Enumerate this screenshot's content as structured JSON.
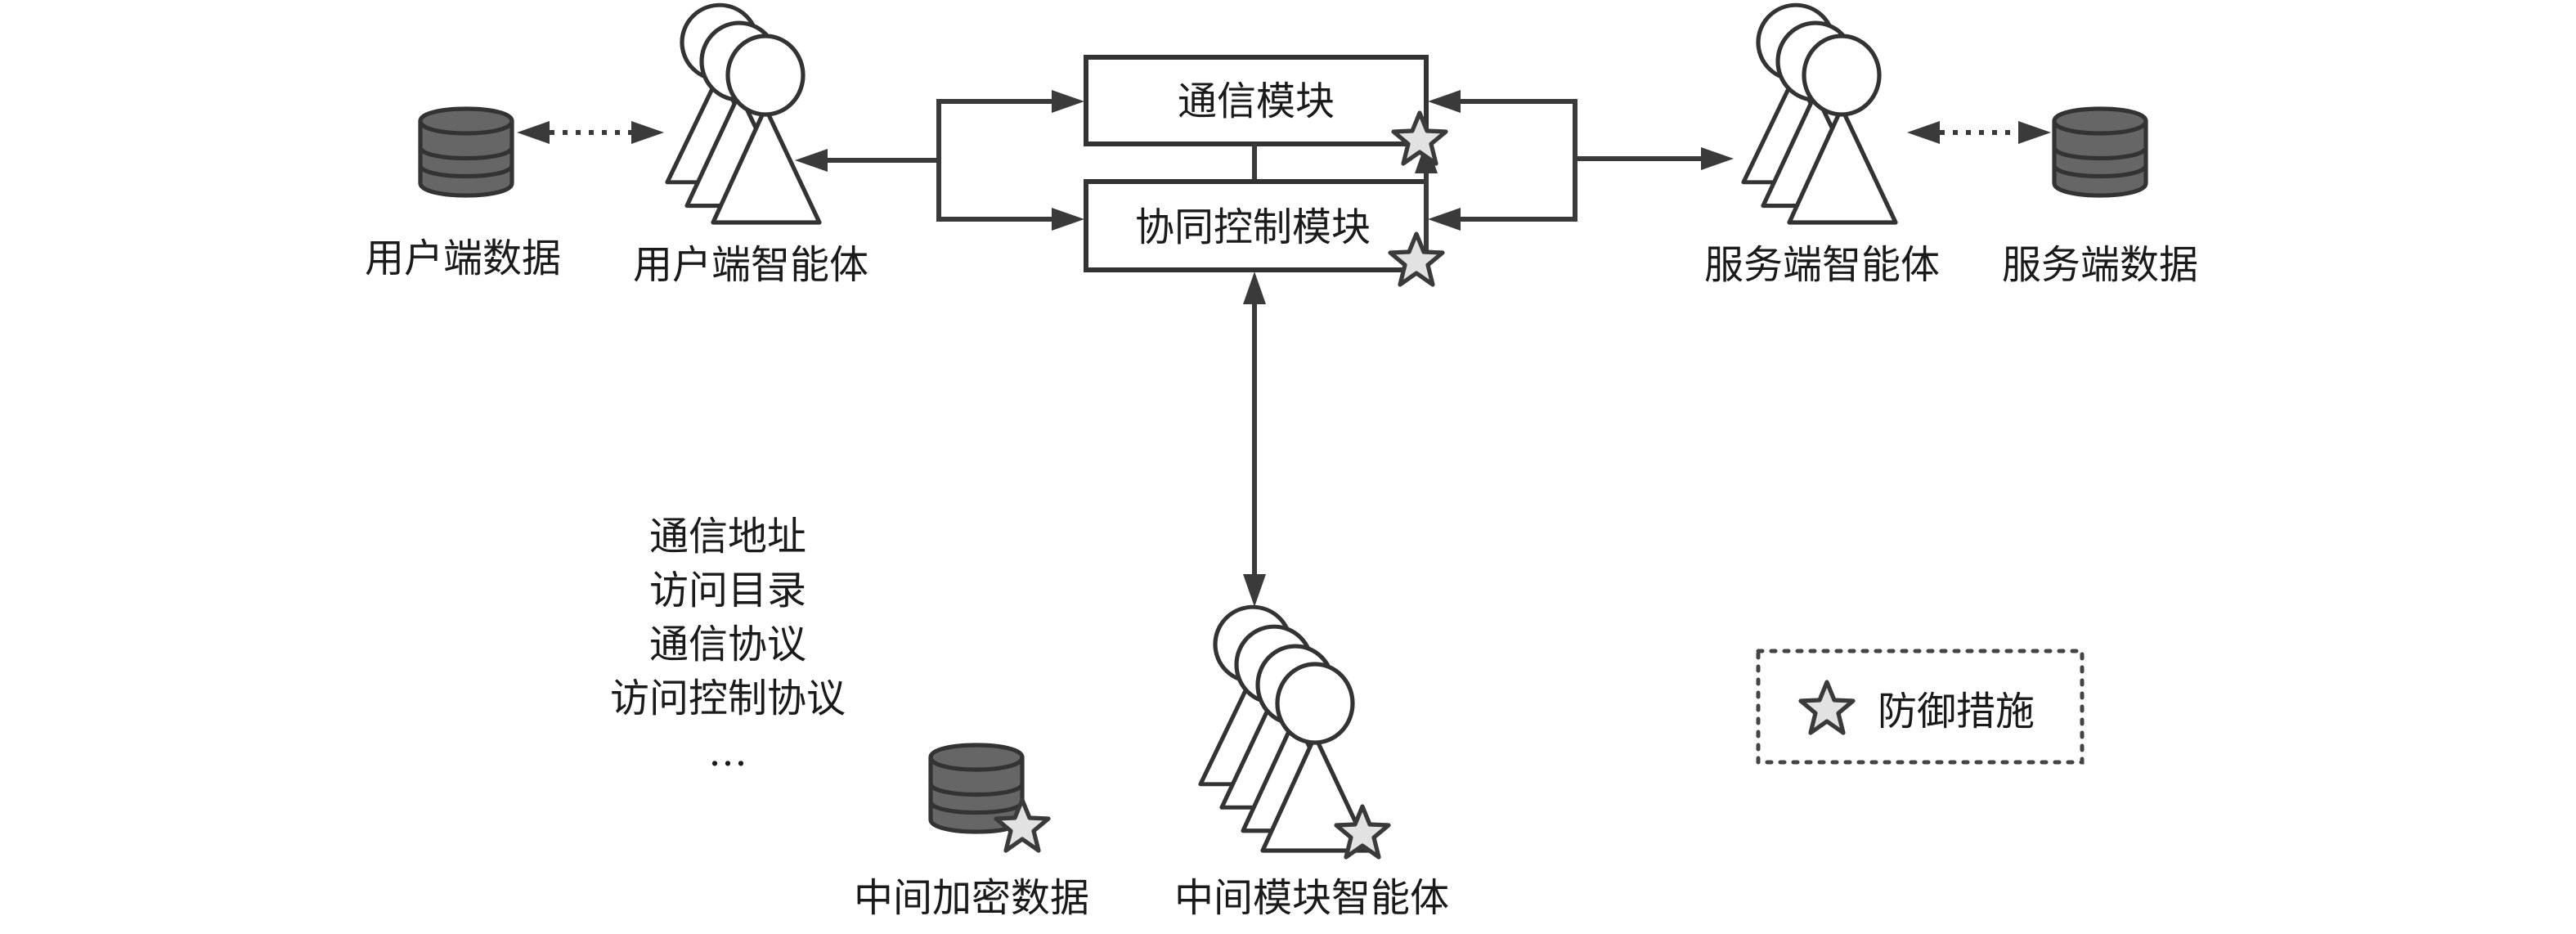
{
  "diagram": {
    "modules": {
      "communication": "通信模块",
      "collaborative_control": "协同控制模块"
    },
    "nodes": {
      "user_data": "用户端数据",
      "user_agent": "用户端智能体",
      "server_agent": "服务端智能体",
      "server_data": "服务端数据",
      "middle_data": "中间加密数据",
      "middle_agent": "中间模块智能体"
    },
    "info_list": [
      "通信地址",
      "访问目录",
      "通信协议",
      "访问控制协议",
      "…"
    ],
    "legend": {
      "icon": "star-icon",
      "label": "防御措施"
    },
    "colors": {
      "stroke": "#333333",
      "database_fill": "#666666",
      "star_fill": "#e2e2e2"
    }
  }
}
